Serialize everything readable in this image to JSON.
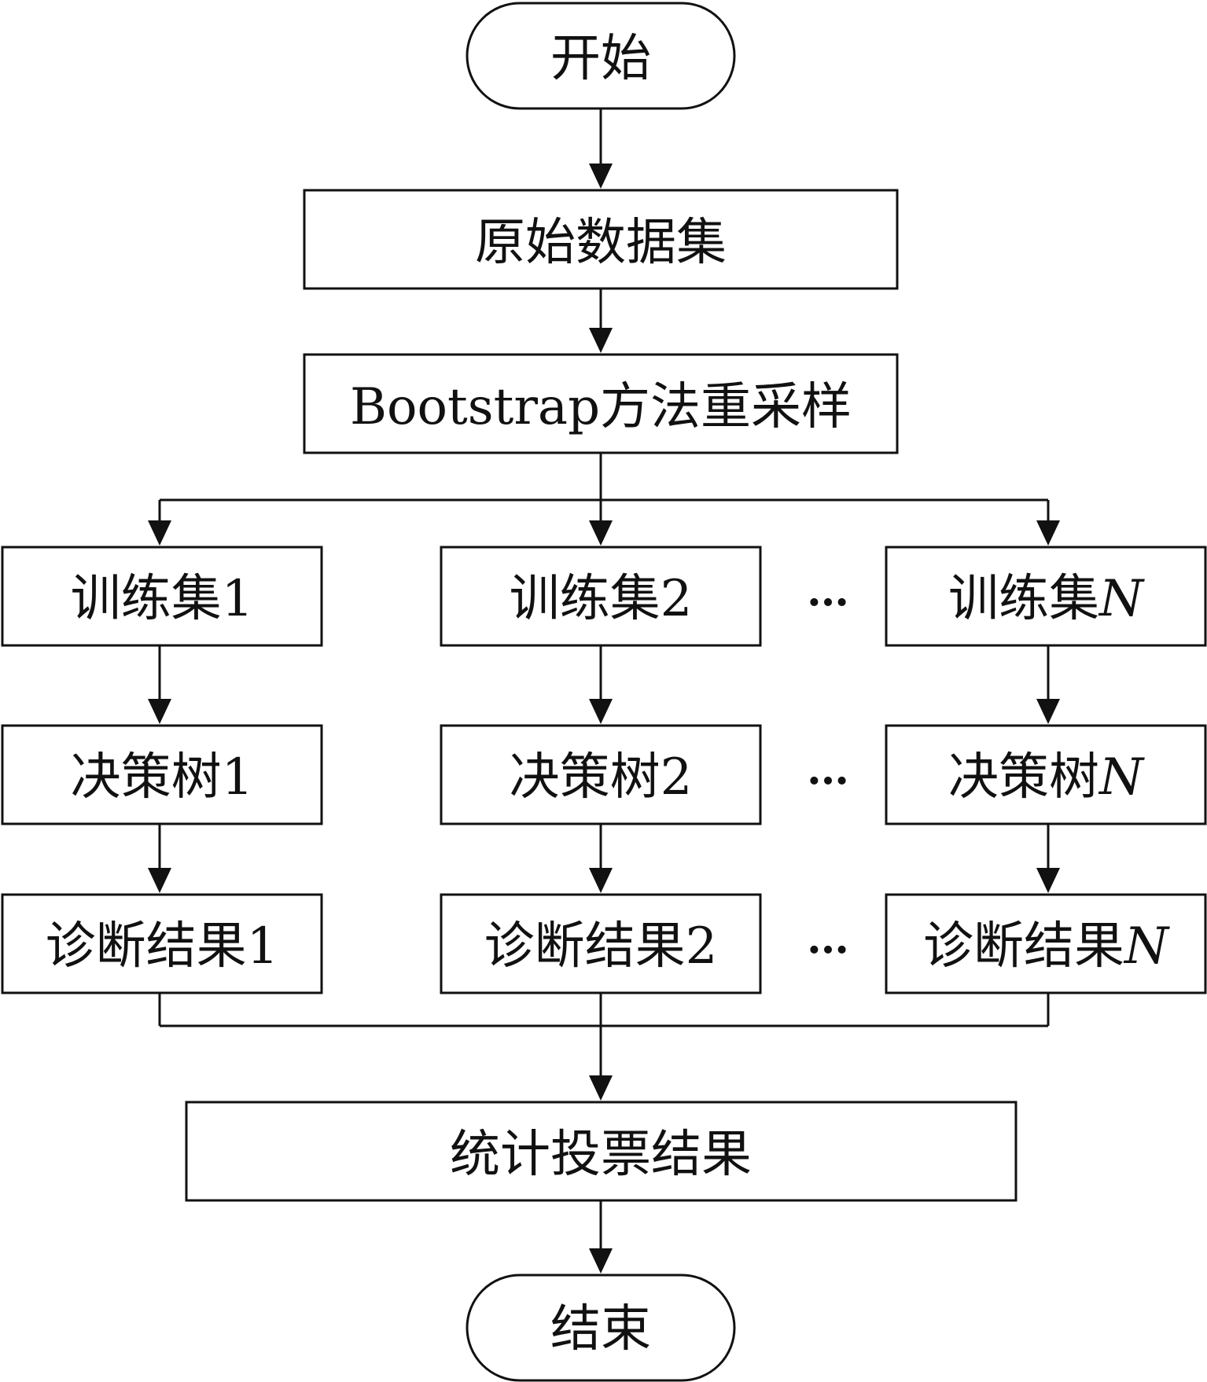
{
  "nodes": {
    "start": "开始",
    "raw_data": "原始数据集",
    "resample": "Bootstrap方法重采样",
    "train_1": "训练集1",
    "train_2": "训练集2",
    "train_n_prefix": "训练集",
    "train_n_suffix": "N",
    "tree_1": "决策树1",
    "tree_2": "决策树2",
    "tree_n_prefix": "决策树",
    "tree_n_suffix": "N",
    "result_1": "诊断结果1",
    "result_2": "诊断结果2",
    "result_n_prefix": "诊断结果",
    "result_n_suffix": "N",
    "vote": "统计投票结果",
    "end": "结束"
  },
  "ellipsis": "…",
  "colors": {
    "stroke": "#111111",
    "background": "#ffffff"
  }
}
